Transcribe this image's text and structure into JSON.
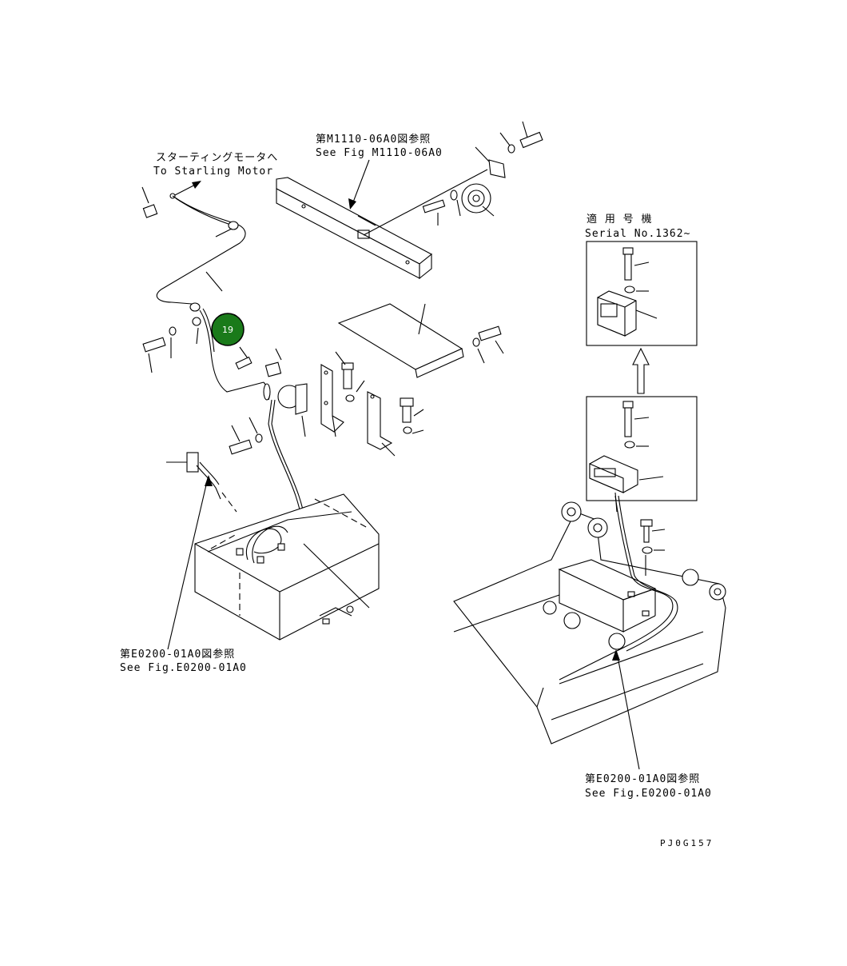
{
  "labels": {
    "starter_jp": "スターティングモータへ",
    "starter_en": "To Starling Motor",
    "ref_top_jp": "第M1110-06A0図参照",
    "ref_top_en": "See Fig M1110-06A0",
    "serial_jp": "適 用 号 機",
    "serial_en": "Serial No.1362~",
    "ref_left_jp": "第E0200-01A0図参照",
    "ref_left_en": "See Fig.E0200-01A0",
    "ref_right_jp": "第E0200-01A0図参照",
    "ref_right_en": "See Fig.E0200-01A0",
    "drawing_code": "PJ0G157"
  },
  "callout": {
    "number": "19",
    "color": "#1a7a1a"
  }
}
